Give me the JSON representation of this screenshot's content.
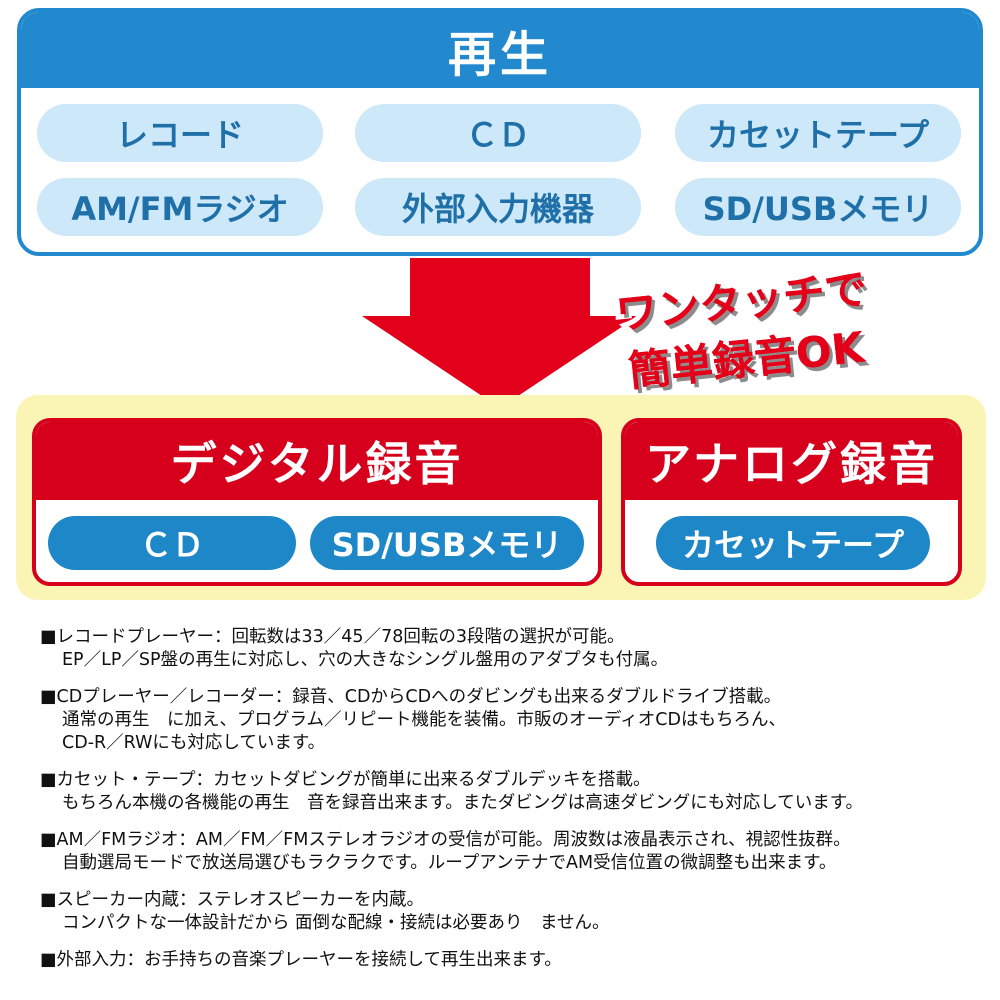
{
  "playback": {
    "title": "再生",
    "sources": [
      "レコード",
      "ＣＤ",
      "カセットテープ",
      "AM/FMラジオ",
      "外部入力機器",
      "SD/USBメモリ"
    ]
  },
  "badge": {
    "line1": "ワンタッチで",
    "line2": "簡単録音OK"
  },
  "digital": {
    "title": "デジタル録音",
    "targets": [
      "ＣＤ",
      "SD/USBメモリ"
    ]
  },
  "analog": {
    "title": "アナログ録音",
    "targets": [
      "カセットテープ"
    ]
  },
  "colors": {
    "blue": "#2289cf",
    "light_blue": "#cde8f8",
    "red": "#d6001c",
    "yellow": "#fbf5b5"
  },
  "notes": [
    [
      "■レコードプレーヤー：回転数は33／45／78回転の3段階の選択が可能。",
      "EP／LP／SP盤の再生に対応し、穴の大きなシングル盤用のアダプタも付属。"
    ],
    [
      "■CDプレーヤー／レコーダー：録音、CDからCDへのダビングも出来るダブルドライブ搭載。",
      "通常の再生　に加え、プログラム／リピート機能を装備。市販のオーディオCDはもちろん、",
      "CD-R／RWにも対応しています。"
    ],
    [
      "■カセット・テープ：カセットダビングが簡単に出来るダブルデッキを搭載。",
      "もちろん本機の各機能の再生　音を録音出来ます。またダビングは高速ダビングにも対応しています。"
    ],
    [
      "■AM／FMラジオ：AM／FM／FMステレオラジオの受信が可能。周波数は液晶表示され、視認性抜群。",
      "自動選局モードで放送局選びもラクラクです。ループアンテナでAM受信位置の微調整も出来ます。"
    ],
    [
      "■スピーカー内蔵：ステレオスピーカーを内蔵。",
      "コンパクトな一体設計だから 面倒な配線・接続は必要あり　ません。"
    ],
    [
      "■外部入力：お手持ちの音楽プレーヤーを接続して再生出来ます。"
    ]
  ]
}
